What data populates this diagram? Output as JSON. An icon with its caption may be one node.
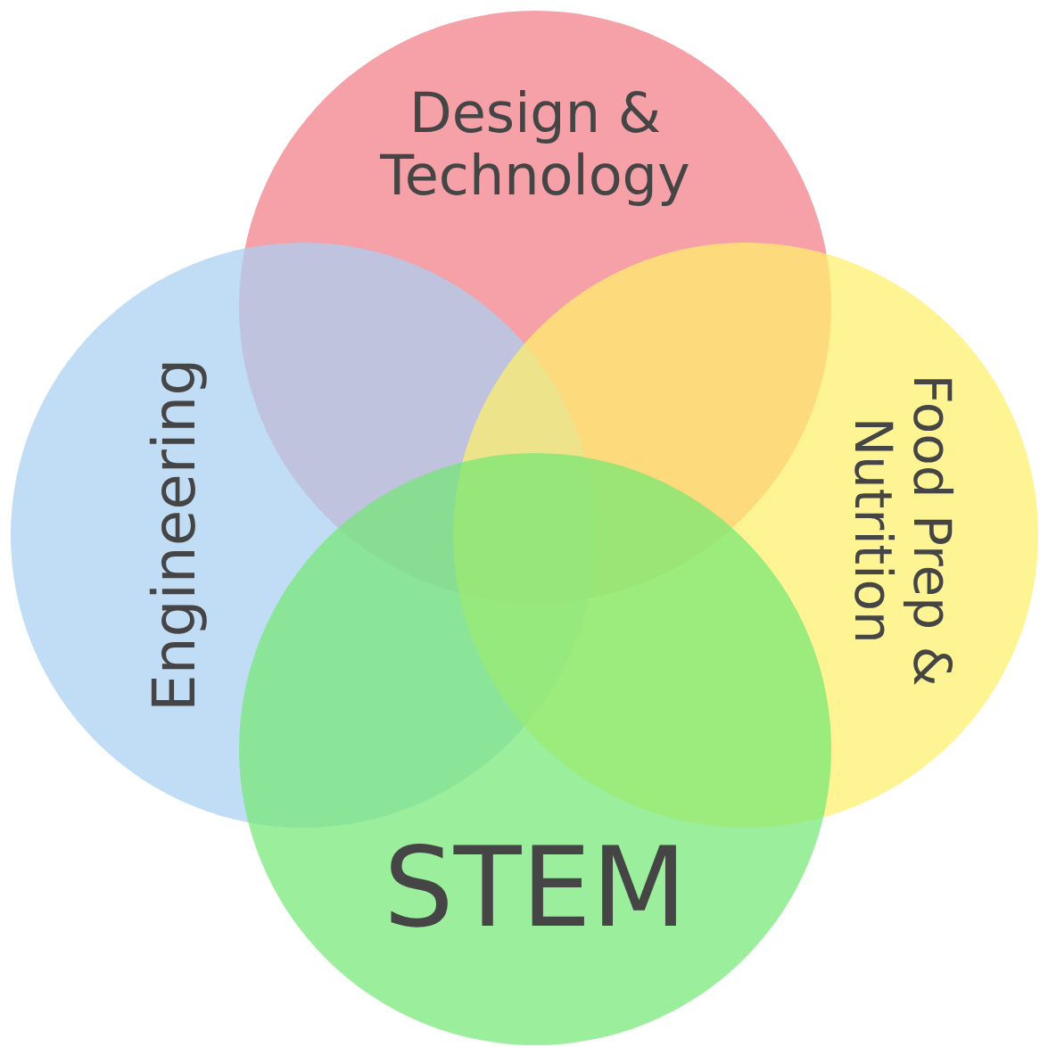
{
  "diagram": {
    "nodes": [
      {
        "text": [
          "Design & Technology"
        ]
      },
      {
        "text": [
          "Engineering"
        ]
      },
      {
        "text": [
          "Food Prep & Nutrition"
        ]
      },
      {
        "text": [
          "STEM"
        ]
      }
    ]
  }
}
